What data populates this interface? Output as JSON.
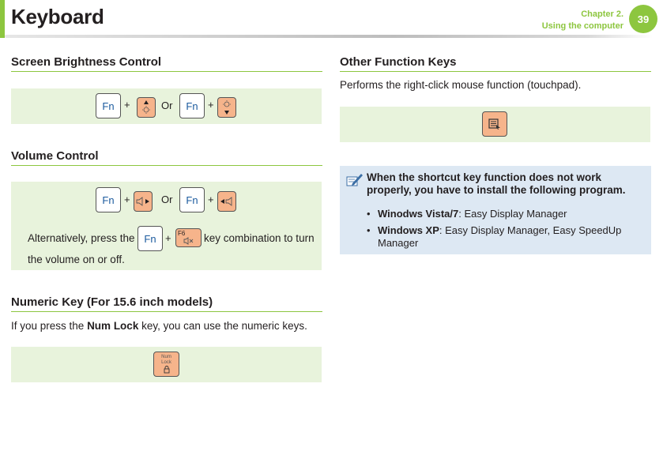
{
  "header": {
    "title": "Keyboard",
    "chapter": "Chapter 2.",
    "chapter_title": "Using the computer",
    "page_number": "39",
    "accent_color": "#8dc63f"
  },
  "screen_brightness": {
    "title": "Screen Brightness Control",
    "fn": "Fn",
    "plus": "+",
    "or": "Or"
  },
  "volume": {
    "title": "Volume Control",
    "fn": "Fn",
    "plus": "+",
    "or": "Or",
    "alt_text_before": "Alternatively, press the",
    "alt_text_after": "key combination to turn",
    "alt_text_line2": "the volume on or off.",
    "f6_label": "F6"
  },
  "numeric": {
    "title": "Numeric Key (For 15.6 inch models)",
    "text_before": "If you press the ",
    "text_bold": "Num Lock",
    "text_after": " key, you can use the numeric keys.",
    "key_line1": "Num",
    "key_line2": "Lock"
  },
  "other": {
    "title": "Other Function Keys",
    "description": "Performs the right-click mouse function (touchpad)."
  },
  "note": {
    "heading": "When the shortcut key function does not work properly, you have to install the following program.",
    "items": [
      {
        "bold": "Winodws Vista/7",
        "text": ": Easy Display Manager"
      },
      {
        "bold": "Windows XP",
        "text": ": Easy Display Manager, Easy SpeedUp Manager"
      }
    ]
  }
}
